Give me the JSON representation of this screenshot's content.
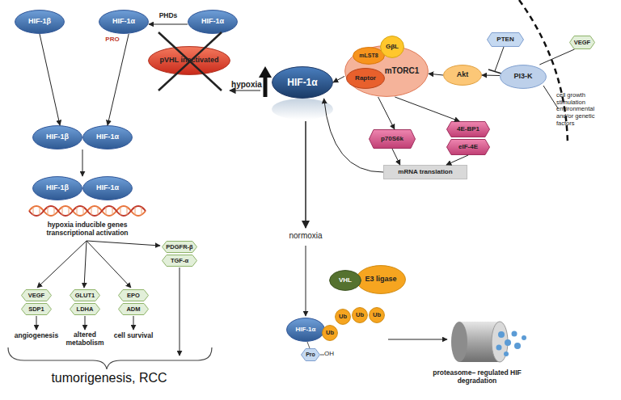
{
  "diagram": {
    "nodes": [
      {
        "text": [
          "HIF-1β"
        ]
      },
      {
        "text": [
          "HIF-1α"
        ]
      },
      {
        "text": [
          "HIF-1α"
        ]
      },
      {
        "text": [
          "pVHL inactivated"
        ]
      },
      {
        "text": [
          "HIF-1β"
        ]
      },
      {
        "text": [
          "HIF-1α"
        ]
      },
      {
        "text": [
          "HIF-1β"
        ]
      },
      {
        "text": [
          "HIF-1α"
        ]
      },
      {
        "text": [
          "VEGF"
        ]
      },
      {
        "text": [
          "SDP1"
        ]
      },
      {
        "text": [
          "GLUT1"
        ]
      },
      {
        "text": [
          "LDHA"
        ]
      },
      {
        "text": [
          "EPO"
        ]
      },
      {
        "text": [
          "ADM"
        ]
      },
      {
        "text": [
          "PDGFR-β"
        ]
      },
      {
        "text": [
          "TGF-α"
        ]
      },
      {
        "text": [
          "HIF-1α"
        ]
      },
      {
        "text": [
          "mLST8"
        ]
      },
      {
        "text": [
          "GβL"
        ]
      },
      {
        "text": [
          "mTORC1"
        ]
      },
      {
        "text": [
          "Raptor"
        ]
      },
      {
        "text": [
          "Akt"
        ]
      },
      {
        "text": [
          "PTEN"
        ]
      },
      {
        "text": [
          "PI3-K"
        ]
      },
      {
        "text": [
          "VEGF"
        ]
      },
      {
        "text": [
          "p70S6k"
        ]
      },
      {
        "text": [
          "4E-BP1"
        ]
      },
      {
        "text": [
          "eIF-4E"
        ]
      },
      {
        "text": [
          "mRNA translation"
        ]
      },
      {
        "text": [
          "VHL"
        ]
      },
      {
        "text": [
          "E3 ligase"
        ]
      },
      {
        "text": [
          "HIF-1α"
        ]
      },
      {
        "text": [
          "Ub"
        ]
      },
      {
        "text": [
          "Ub"
        ]
      },
      {
        "text": [
          "Ub"
        ]
      },
      {
        "text": [
          "Ub"
        ]
      },
      {
        "text": [
          "Pro"
        ]
      }
    ],
    "edges": [
      {
        "from": 0,
        "to": 4,
        "arrow": "to"
      },
      {
        "from": 1,
        "to": 5,
        "arrow": "to"
      },
      {
        "from": 2,
        "to": 1,
        "label": "PHDs",
        "arrow": "to"
      },
      {
        "from": 4,
        "to": 6,
        "arrow": "to"
      },
      {
        "from": 19,
        "to": 16,
        "arrow": "to"
      },
      {
        "from": 21,
        "to": 19,
        "arrow": "to"
      },
      {
        "from": 23,
        "to": 21,
        "arrow": "to"
      },
      {
        "from": 24,
        "to": 23,
        "arrow": "none"
      },
      {
        "from": 19,
        "to": 25,
        "arrow": "to"
      },
      {
        "from": 19,
        "to": 26,
        "arrow": "to"
      },
      {
        "from": 25,
        "to": 28,
        "arrow": "to"
      },
      {
        "from": 27,
        "to": 28,
        "arrow": "to"
      },
      {
        "from": 28,
        "to": 16,
        "arrow": "to"
      }
    ],
    "labels": [
      "PRO",
      "hypoxia",
      "hypoxia inducible genes transcriptional activation",
      "angiogenesis",
      "altered metabolism",
      "cell survival",
      "tumorigenesis, RCC",
      "cell growth stimulation environmental and/or genetic factors",
      "normoxia",
      "OH",
      "proteasome– regulated HIF degradation"
    ]
  }
}
